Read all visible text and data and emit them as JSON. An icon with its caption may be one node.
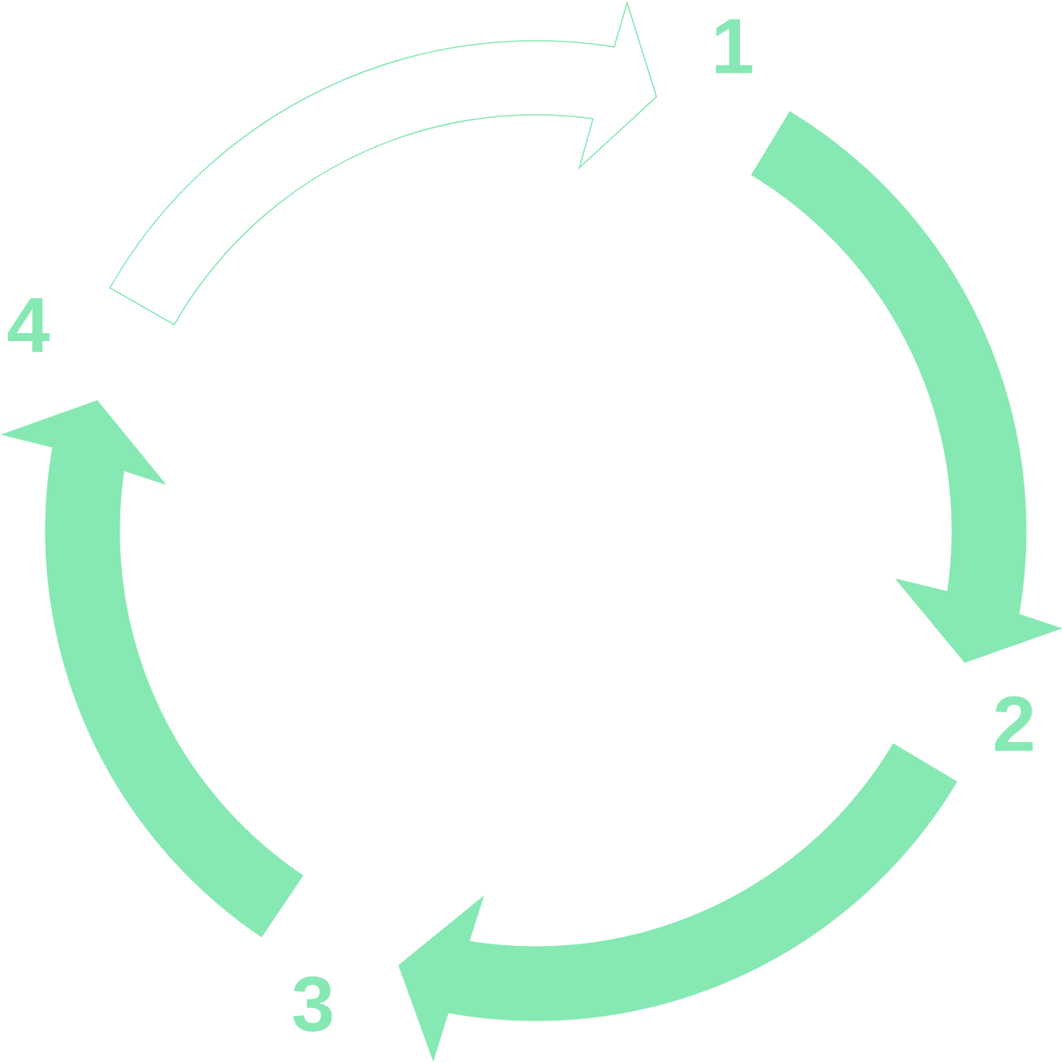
{
  "diagram": {
    "nodes": [
      {
        "text": [
          "1"
        ]
      },
      {
        "text": [
          "2"
        ]
      },
      {
        "text": [
          "3"
        ]
      },
      {
        "text": [
          "4"
        ]
      }
    ],
    "edges": [
      {
        "from": 0,
        "to": 1,
        "arrow": "to",
        "style": "thick"
      },
      {
        "from": 1,
        "to": 2,
        "arrow": "to",
        "style": "thick"
      },
      {
        "from": 2,
        "to": 3,
        "arrow": "to",
        "style": "thick"
      },
      {
        "from": 3,
        "to": 0,
        "arrow": "to"
      }
    ]
  }
}
